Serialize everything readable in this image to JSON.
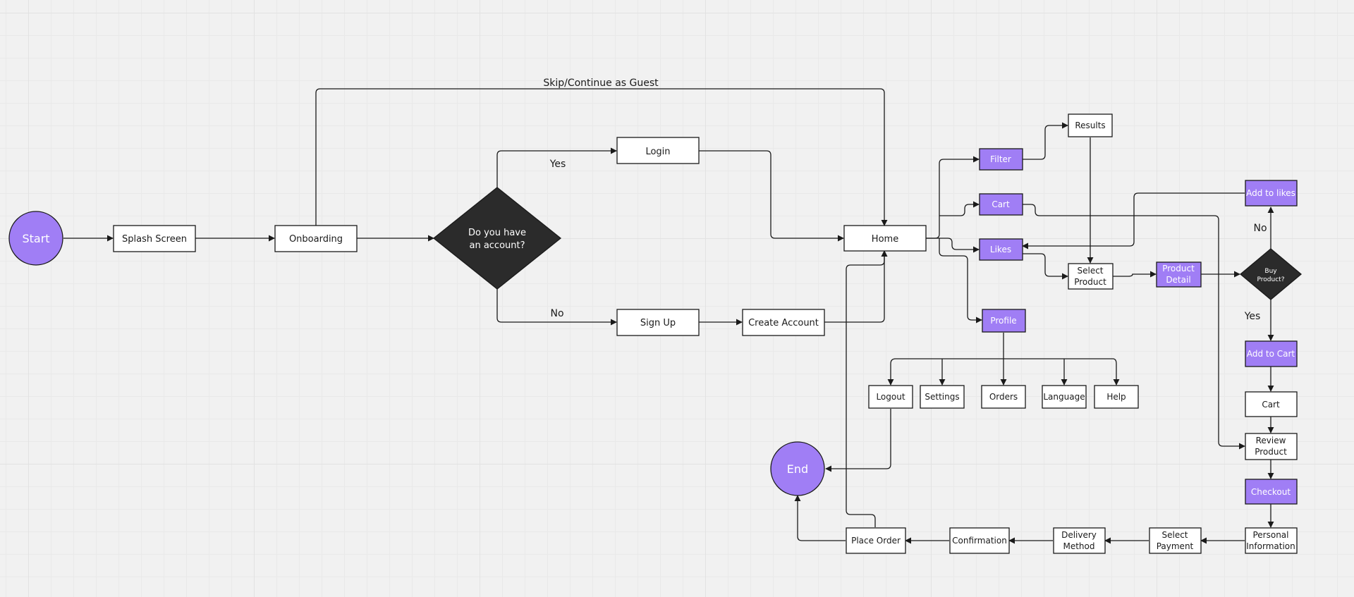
{
  "colors": {
    "background": "#f1f1f1",
    "accent_purple": "#a07ef5",
    "decision_dark": "#2b2b2b",
    "stroke": "#1a1a1a",
    "box_white": "#ffffff"
  },
  "nodes": {
    "start": "Start",
    "splash": "Splash Screen",
    "onboarding": "Onboarding",
    "decision": [
      "Do you have",
      "an account?"
    ],
    "login": "Login",
    "signup": "Sign Up",
    "create": "Create Account",
    "home": "Home",
    "filter": "Filter",
    "cart_nav": "Cart",
    "likes": "Likes",
    "profile": "Profile",
    "results": "Results",
    "select_product": [
      "Select",
      "Product"
    ],
    "product_detail": [
      "Product",
      "Detail"
    ],
    "buy": [
      "Buy",
      "Product?"
    ],
    "add_likes": "Add to likes",
    "add_cart": "Add to Cart",
    "cart": "Cart",
    "review": [
      "Review",
      "Product"
    ],
    "checkout": "Checkout",
    "personal": [
      "Personal",
      "Information"
    ],
    "payment": [
      "Select",
      "Payment"
    ],
    "delivery": [
      "Delivery",
      "Method"
    ],
    "confirmation": "Confirmation",
    "place_order": "Place Order",
    "end": "End",
    "logout": "Logout",
    "settings": "Settings",
    "orders": "Orders",
    "language": "Language",
    "help": "Help"
  },
  "edge_labels": {
    "guest": "Skip/Continue as Guest",
    "yes_login": "Yes",
    "no_signup": "No",
    "no_likes": "No",
    "yes_cart": "Yes"
  }
}
